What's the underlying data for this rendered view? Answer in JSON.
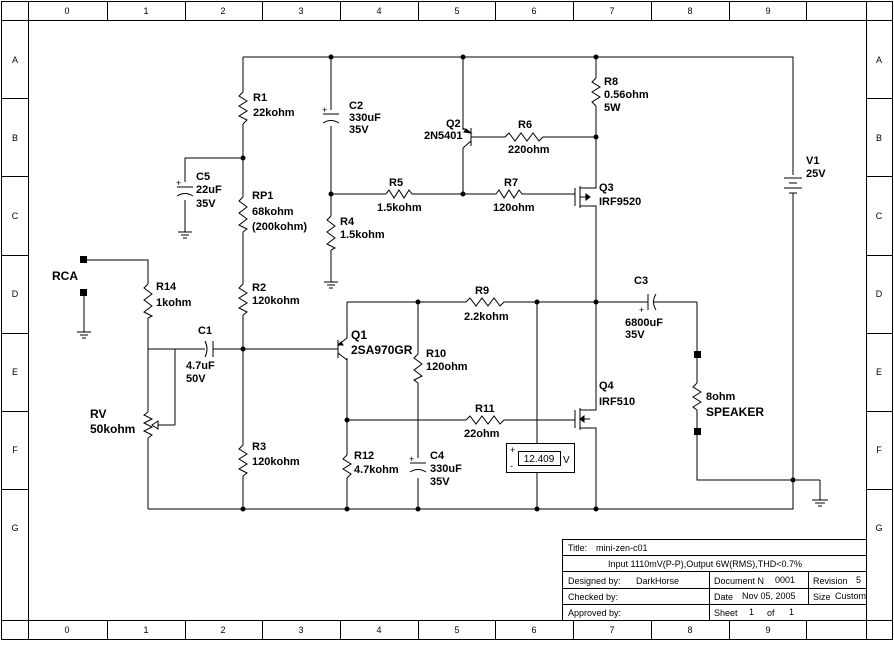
{
  "ruler": {
    "cols": [
      "0",
      "1",
      "2",
      "3",
      "4",
      "5",
      "6",
      "7",
      "8",
      "9"
    ],
    "rows": [
      "A",
      "B",
      "C",
      "D",
      "E",
      "F",
      "G"
    ]
  },
  "components": {
    "r1": {
      "ref": "R1",
      "value": "22kohm"
    },
    "c2": {
      "ref": "C2",
      "value": "330uF",
      "rating": "35V"
    },
    "c5": {
      "ref": "C5",
      "value": "22uF",
      "rating": "35V"
    },
    "rp1": {
      "ref": "RP1",
      "value": "68kohm",
      "alt": "(200kohm)"
    },
    "r4": {
      "ref": "R4",
      "value": "1.5kohm"
    },
    "r5": {
      "ref": "R5",
      "value": "1.5kohm"
    },
    "r7": {
      "ref": "R7",
      "value": "120ohm"
    },
    "q2": {
      "ref": "Q2",
      "part": "2N5401"
    },
    "r6": {
      "ref": "R6",
      "value": "220ohm"
    },
    "r8": {
      "ref": "R8",
      "value": "0.56ohm",
      "rating": "5W"
    },
    "q3": {
      "ref": "Q3",
      "part": "IRF9520"
    },
    "v1": {
      "ref": "V1",
      "value": "25V"
    },
    "rca": {
      "ref": "RCA"
    },
    "r14": {
      "ref": "R14",
      "value": "1kohm"
    },
    "r2": {
      "ref": "R2",
      "value": "120kohm"
    },
    "r9": {
      "ref": "R9",
      "value": "2.2kohm"
    },
    "c3": {
      "ref": "C3",
      "value": "6800uF",
      "rating": "35V"
    },
    "c1": {
      "ref": "C1",
      "value": "4.7uF",
      "rating": "50V"
    },
    "q1": {
      "ref": "Q1",
      "part": "2SA970GR"
    },
    "r10": {
      "ref": "R10",
      "value": "120ohm"
    },
    "q4": {
      "ref": "Q4",
      "part": "IRF510"
    },
    "speaker": {
      "value": "8ohm",
      "label": "SPEAKER"
    },
    "rv": {
      "ref": "RV",
      "value": "50kohm"
    },
    "r11": {
      "ref": "R11",
      "value": "22ohm"
    },
    "r3": {
      "ref": "R3",
      "value": "120kohm"
    },
    "r12": {
      "ref": "R12",
      "value": "4.7kohm"
    },
    "c4": {
      "ref": "C4",
      "value": "330uF",
      "rating": "35V"
    }
  },
  "voltmeter": {
    "plus": "+",
    "minus": "-",
    "reading": "12.409",
    "unit": "V"
  },
  "title_block": {
    "title_label": "Title:",
    "title": "mini-zen-c01",
    "description": "Input 1110mV(P-P),Output 6W(RMS),THD<0.7%",
    "designed_label": "Designed by:",
    "designed": "DarkHorse",
    "docno_label": "Document N",
    "docno": "0001",
    "revision_label": "Revision",
    "revision": "5",
    "checked_label": "Checked by:",
    "date_label": "Date",
    "date": "Nov 05, 2005",
    "size_label": "Size",
    "size": "Custom",
    "approved_label": "Approved by:",
    "sheet_label": "Sheet",
    "sheet": "1",
    "of_label": "of",
    "sheets": "1"
  }
}
